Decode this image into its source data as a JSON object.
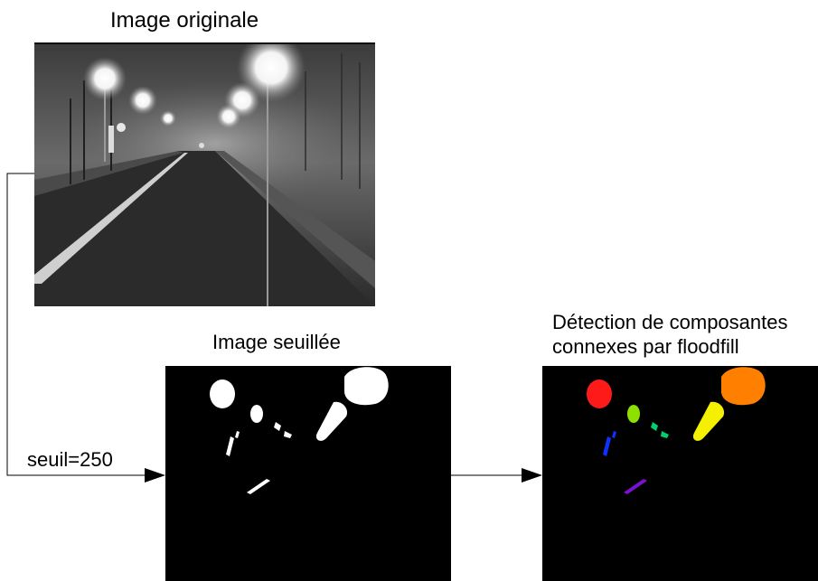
{
  "titles": {
    "original": "Image originale",
    "threshold": "Image seuillée",
    "components_line1": "Détection de composantes",
    "components_line2": "connexes par floodfill"
  },
  "edge_label": "seuil=250",
  "component_colors": {
    "red": "#ff1a1a",
    "orange": "#ff8000",
    "yellow": "#f5f000",
    "lime": "#8ee000",
    "green": "#00d070",
    "blue": "#1030ff",
    "violet": "#7a10d0"
  }
}
